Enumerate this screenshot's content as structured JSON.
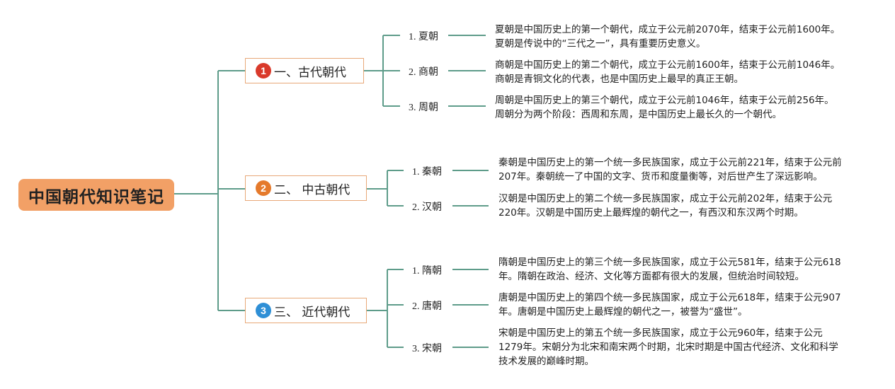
{
  "root": {
    "title": "中国朝代知识笔记"
  },
  "colors": {
    "root_fill": "#F2A066",
    "branch_border": "#E8A878",
    "connector": "#5E9C8A",
    "badge_1": "#D93A2B",
    "badge_2": "#E57A2C",
    "badge_3": "#2E8FD6"
  },
  "branches": [
    {
      "badge": "1",
      "label": "一、古代朝代",
      "items": [
        {
          "label": "1. 夏朝",
          "desc": "夏朝是中国历史上的第一个朝代，成立于公元前2070年，结束于公元前1600年。夏朝是传说中的“三代之一”，具有重要历史意义。"
        },
        {
          "label": "2. 商朝",
          "desc": "商朝是中国历史上的第二个朝代，成立于公元前1600年，结束于公元前1046年。商朝是青铜文化的代表，也是中国历史上最早的真正王朝。"
        },
        {
          "label": "3. 周朝",
          "desc": "周朝是中国历史上的第三个朝代，成立于公元前1046年，结束于公元前256年。周朝分为两个阶段：西周和东周，是中国历史上最长久的一个朝代。"
        }
      ]
    },
    {
      "badge": "2",
      "label": "二、 中古朝代",
      "items": [
        {
          "label": "1. 秦朝",
          "desc": "秦朝是中国历史上的第一个统一多民族国家，成立于公元前221年，结束于公元前207年。秦朝统一了中国的文字、货币和度量衡等，对后世产生了深远影响。"
        },
        {
          "label": "2. 汉朝",
          "desc": "汉朝是中国历史上的第二个统一多民族国家，成立于公元前202年，结束于公元220年。汉朝是中国历史上最辉煌的朝代之一，有西汉和东汉两个时期。"
        }
      ]
    },
    {
      "badge": "3",
      "label": "三、 近代朝代",
      "items": [
        {
          "label": "1. 隋朝",
          "desc": "隋朝是中国历史上的第三个统一多民族国家，成立于公元581年，结束于公元618年。隋朝在政治、经济、文化等方面都有很大的发展，但统治时间较短。"
        },
        {
          "label": "2. 唐朝",
          "desc": "唐朝是中国历史上的第四个统一多民族国家，成立于公元618年，结束于公元907年。唐朝是中国历史上最辉煌的朝代之一，被誉为“盛世”。"
        },
        {
          "label": "3. 宋朝",
          "desc": "宋朝是中国历史上的第五个统一多民族国家，成立于公元960年，结束于公元1279年。宋朝分为北宋和南宋两个时期，北宋时期是中国古代经济、文化和科学技术发展的巅峰时期。"
        }
      ]
    }
  ]
}
